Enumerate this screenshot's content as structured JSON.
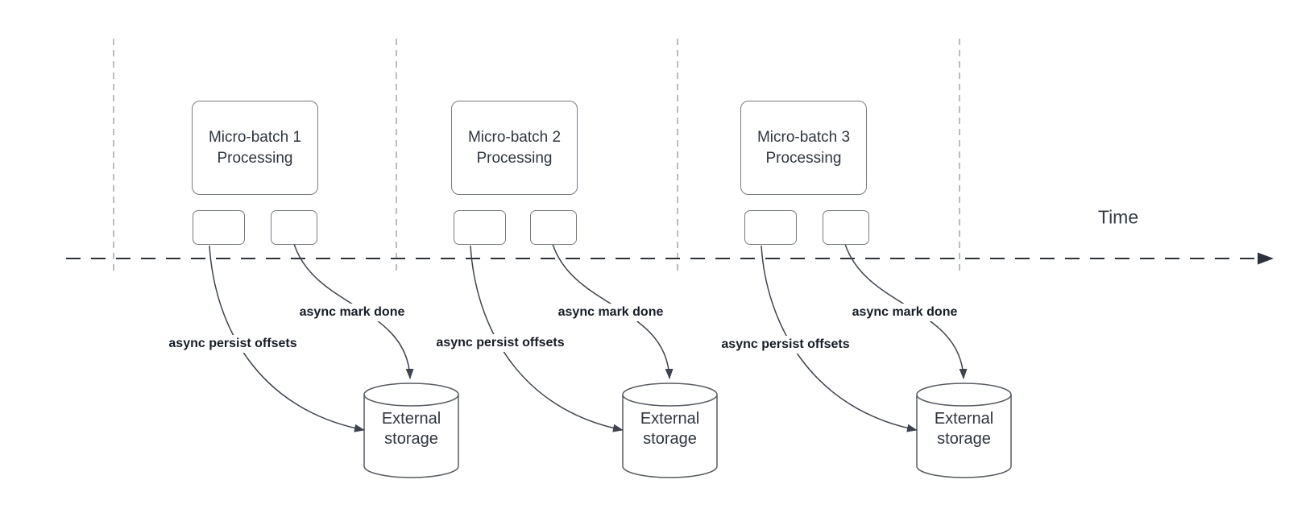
{
  "diagram": {
    "time_axis_label": "Time",
    "groups": [
      {
        "batch_line1": "Micro-batch 1",
        "batch_line2": "Processing",
        "persist_label": "async persist offsets",
        "done_label": "async mark done",
        "storage_line1": "External",
        "storage_line2": "storage"
      },
      {
        "batch_line1": "Micro-batch 2",
        "batch_line2": "Processing",
        "persist_label": "async persist offsets",
        "done_label": "async mark done",
        "storage_line1": "External",
        "storage_line2": "storage"
      },
      {
        "batch_line1": "Micro-batch 3",
        "batch_line2": "Processing",
        "persist_label": "async persist offsets",
        "done_label": "async mark done",
        "storage_line1": "External",
        "storage_line2": "storage"
      }
    ],
    "colors": {
      "background": "#ffffff",
      "shape_stroke": "#767b83",
      "cylinder_stroke": "#565b63",
      "connector_stroke": "#3d4450",
      "timeline_stroke": "#2d333d",
      "guide_stroke": "#a4a7ab",
      "shape_text": "#2f3640",
      "connector_label_text": "#161c28"
    }
  }
}
